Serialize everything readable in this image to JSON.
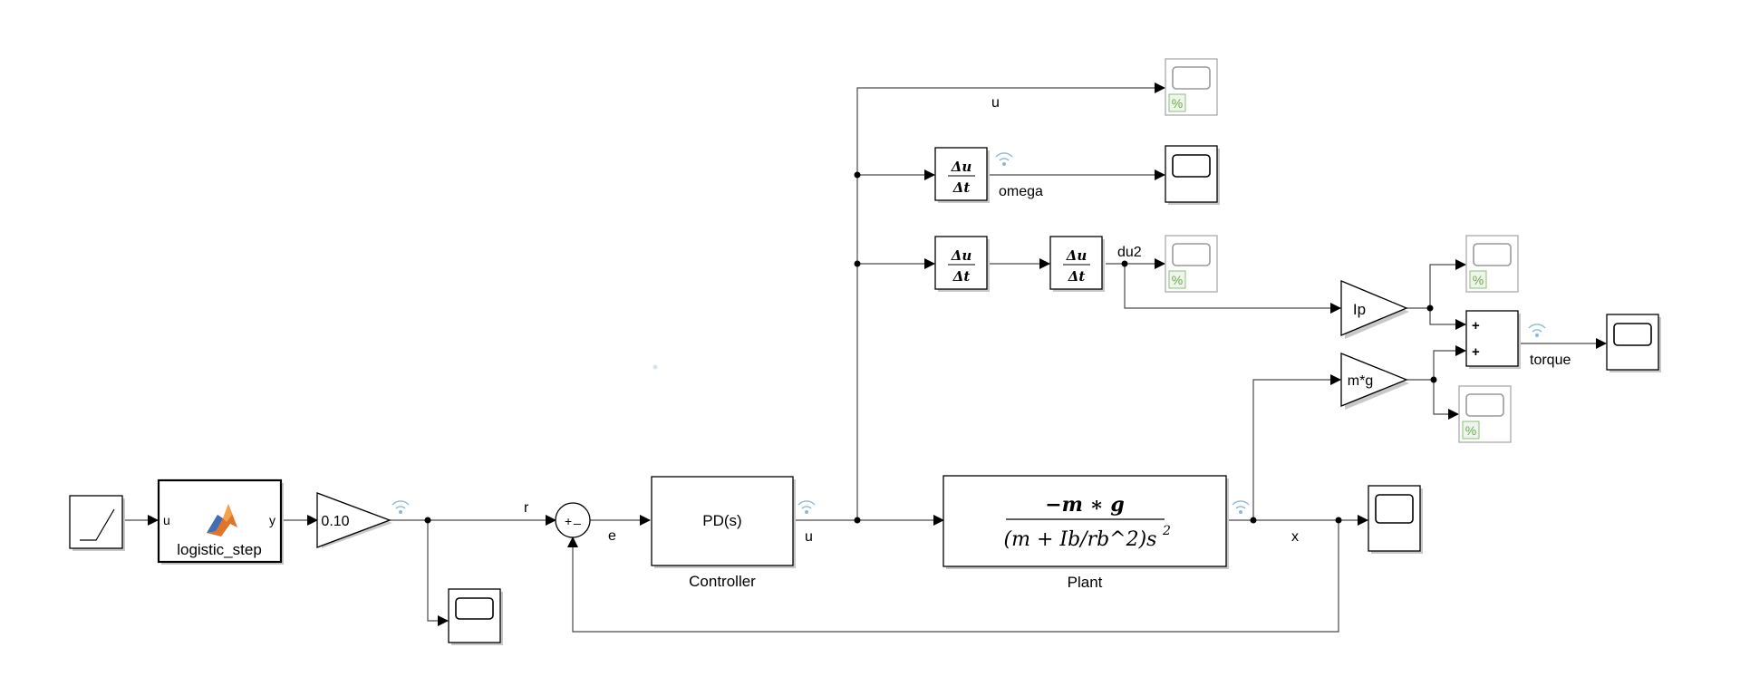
{
  "blocks": {
    "gain_r": "0.10",
    "logistic_u": "u",
    "logistic_y": "y",
    "logistic_name": "logistic_step",
    "controller": "PD(s)",
    "controller_name": "Controller",
    "plant_num": "−m ∗ g",
    "plant_den": "(m + Ib/rb^2)s",
    "plant_den_exp": "2",
    "plant_name": "Plant",
    "gain_ip": "Ip",
    "gain_mg": "m*g",
    "sum_plus": "+",
    "sum_minus": "_",
    "sum2_plus1": "+",
    "sum2_plus2": "+",
    "deriv_num": "Δu",
    "deriv_den": "Δt",
    "percent": "%"
  },
  "signals": {
    "r": "r",
    "e": "e",
    "u_ctrl": "u",
    "u_top": "u",
    "omega": "omega",
    "du2": "du2",
    "x": "x",
    "torque": "torque"
  }
}
